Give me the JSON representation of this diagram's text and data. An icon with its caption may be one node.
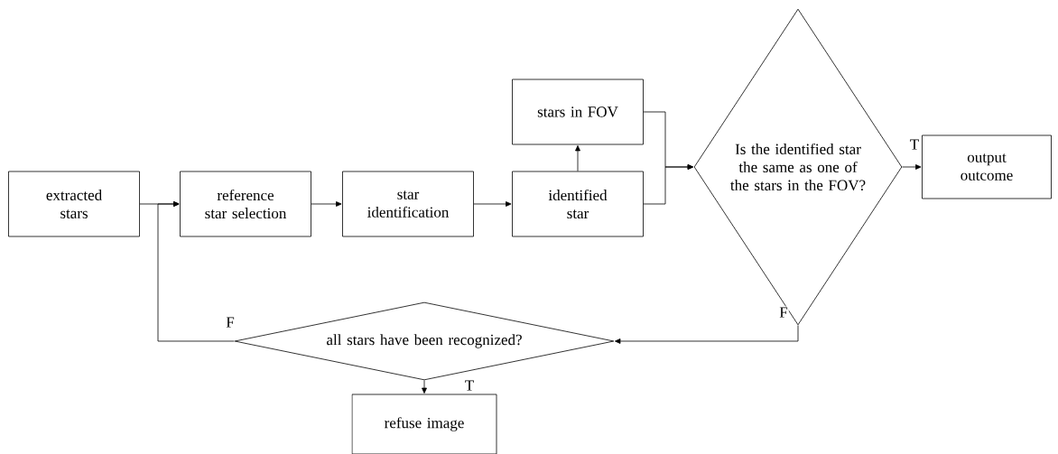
{
  "diagram": {
    "nodes": [
      {
        "text": [
          "extracted stars"
        ]
      },
      {
        "text": [
          "reference star selection"
        ]
      },
      {
        "text": [
          "star identification"
        ]
      },
      {
        "text": [
          "identified star"
        ]
      },
      {
        "text": [
          "stars in FOV"
        ]
      },
      {
        "text": [
          "Is the identified star the same as one of the stars in the FOV?"
        ]
      },
      {
        "text": [
          "output outcome"
        ]
      },
      {
        "text": [
          "all stars have been recognized?"
        ]
      },
      {
        "text": [
          "refuse image"
        ]
      }
    ],
    "edges": [
      {
        "from": 0,
        "to": 1,
        "arrow": "to"
      },
      {
        "from": 7,
        "to": 1,
        "arrow": "to",
        "label": "F"
      },
      {
        "from": 1,
        "to": 2,
        "arrow": "to"
      },
      {
        "from": 2,
        "to": 3,
        "arrow": "to"
      },
      {
        "from": 3,
        "to": 4,
        "arrow": "to"
      },
      {
        "from": 4,
        "to": 5,
        "arrow": "to"
      },
      {
        "from": 3,
        "to": 5,
        "arrow": "to"
      },
      {
        "from": 5,
        "to": 6,
        "arrow": "to",
        "label": "T"
      },
      {
        "from": 5,
        "to": 7,
        "arrow": "to",
        "label": "F"
      },
      {
        "from": 7,
        "to": 8,
        "arrow": "to",
        "label": "T"
      }
    ]
  }
}
